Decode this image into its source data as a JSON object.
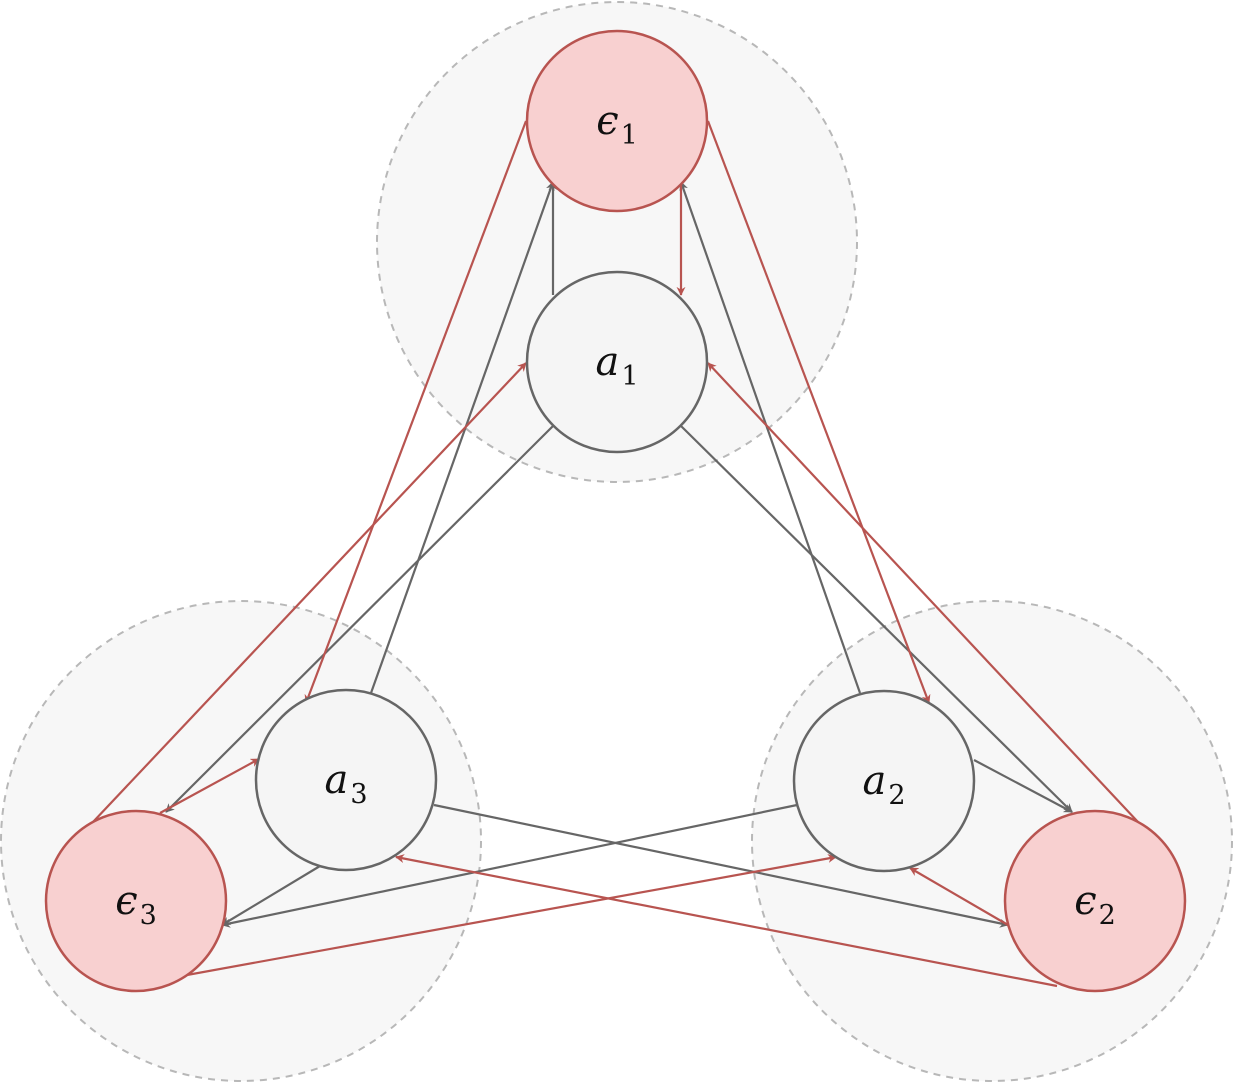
{
  "colors": {
    "agent_fill": "#f5f5f5",
    "agent_stroke": "#666666",
    "env_fill": "#f8d0d0",
    "env_stroke": "#b85450",
    "group_fill": "#f7f7f7",
    "group_stroke": "#b8b8b8"
  },
  "nodes": {
    "a1": {
      "base": "a",
      "sub": "1"
    },
    "a2": {
      "base": "a",
      "sub": "2"
    },
    "a3": {
      "base": "a",
      "sub": "3"
    },
    "e1": {
      "base": "ϵ",
      "sub": "1"
    },
    "e2": {
      "base": "ϵ",
      "sub": "2"
    },
    "e3": {
      "base": "ϵ",
      "sub": "3"
    }
  },
  "edges": [
    {
      "from": "a1",
      "to": "e1",
      "kind": "gray"
    },
    {
      "from": "a1",
      "to": "e3",
      "kind": "gray"
    },
    {
      "from": "a1",
      "to": "e2",
      "kind": "gray"
    },
    {
      "from": "a2",
      "to": "e1",
      "kind": "gray"
    },
    {
      "from": "a2",
      "to": "e2",
      "kind": "gray"
    },
    {
      "from": "a2",
      "to": "e3",
      "kind": "gray"
    },
    {
      "from": "a3",
      "to": "e1",
      "kind": "gray"
    },
    {
      "from": "a3",
      "to": "e3",
      "kind": "gray"
    },
    {
      "from": "a3",
      "to": "e2",
      "kind": "gray"
    },
    {
      "from": "e1",
      "to": "a1",
      "kind": "red"
    },
    {
      "from": "e1",
      "to": "a2",
      "kind": "red"
    },
    {
      "from": "e1",
      "to": "a3",
      "kind": "red"
    },
    {
      "from": "e2",
      "to": "a1",
      "kind": "red"
    },
    {
      "from": "e2",
      "to": "a2",
      "kind": "red"
    },
    {
      "from": "e2",
      "to": "a3",
      "kind": "red"
    },
    {
      "from": "e3",
      "to": "a1",
      "kind": "red"
    },
    {
      "from": "e3",
      "to": "a2",
      "kind": "red"
    },
    {
      "from": "e3",
      "to": "a3",
      "kind": "red"
    }
  ]
}
